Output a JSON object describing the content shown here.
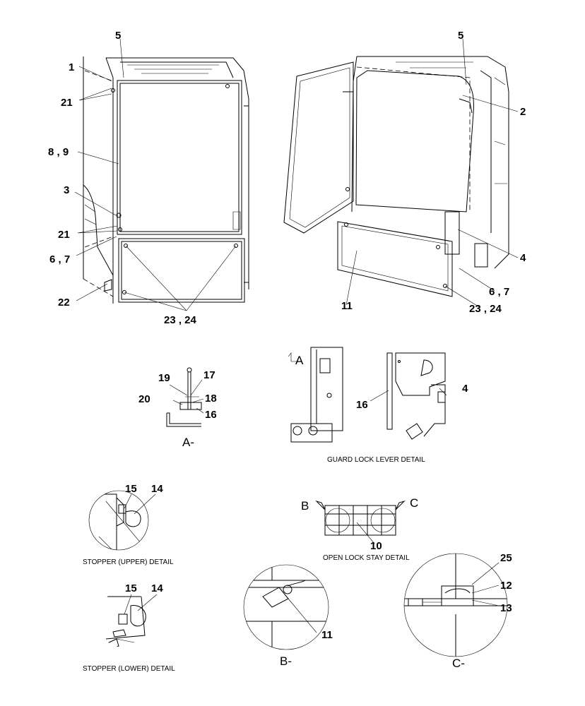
{
  "callouts": {
    "c1": "1",
    "c5a": "5",
    "c21a": "21",
    "c89": "8 , 9",
    "c3": "3",
    "c21b": "21",
    "c67a": "6 , 7",
    "c22": "22",
    "c2324a": "23 , 24",
    "c5b": "5",
    "c2": "2",
    "c4a": "4",
    "c67b": "6 , 7",
    "c11a": "11",
    "c2324b": "23 , 24",
    "c19": "19",
    "c17": "17",
    "c20": "20",
    "c18": "18",
    "c16a": "16",
    "c16b": "16",
    "c4b": "4",
    "c15a": "15",
    "c14a": "14",
    "c15b": "15",
    "c14b": "14",
    "c10": "10",
    "c25": "25",
    "c12": "12",
    "c13": "13",
    "c11b": "11"
  },
  "view_labels": {
    "a_marker": "A",
    "a_view": "A-",
    "b_arrow": "B",
    "c_arrow": "C",
    "b_view": "B-",
    "c_view": "C-"
  },
  "captions": {
    "guard_lock": "GUARD LOCK LEVER DETAIL",
    "stopper_upper": "STOPPER (UPPER) DETAIL",
    "stopper_lower": "STOPPER (LOWER) DETAIL",
    "open_lock": "OPEN LOCK STAY DETAIL"
  }
}
